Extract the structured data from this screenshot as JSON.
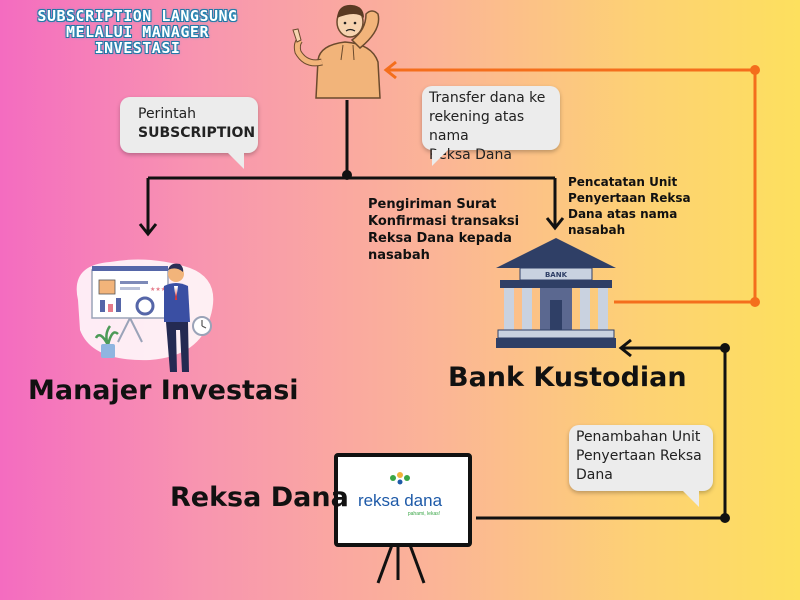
{
  "title": {
    "line1": "SUBSCRIPTION LANGSUNG",
    "line2": "MELALUI MANAGER",
    "line3": "INVESTASI"
  },
  "bubbles": {
    "perintah_line1": "Perintah",
    "perintah_line2": "SUBSCRIPTION",
    "transfer_line1": "Transfer dana ke",
    "transfer_line2": "rekening atas nama",
    "transfer_line3": "Reksa Dana",
    "penambahan_line1": "Penambahan Unit",
    "penambahan_line2": "Penyertaan Reksa",
    "penambahan_line3": "Dana"
  },
  "notes": {
    "pengiriman_line1": "Pengiriman Surat",
    "pengiriman_line2": "Konfirmasi transaksi",
    "pengiriman_line3": "Reksa Dana kepada",
    "pengiriman_line4": "nasabah",
    "pencatatan_line1": "Pencatatan Unit",
    "pencatatan_line2": "Penyertaan Reksa",
    "pencatatan_line3": "Dana atas nama",
    "pencatatan_line4": "nasabah"
  },
  "labels": {
    "manajer": "Manajer Investasi",
    "bank": "Bank Kustodian",
    "reksa": "Reksa Dana",
    "bank_sign": "BANK",
    "logo_text": "reksa dana",
    "logo_tagline": "pahami, lekas!"
  },
  "colors": {
    "arrow_black": "#111111",
    "arrow_orange": "#f46e1c",
    "bank_navy": "#2f3f66",
    "bank_column": "#c9d2e0",
    "logo_blue": "#1e5aa8",
    "logo_green": "#3aa647"
  },
  "icons": [
    "confused-person-icon",
    "investment-manager-icon",
    "bank-building-icon",
    "reksa-dana-billboard-icon"
  ]
}
